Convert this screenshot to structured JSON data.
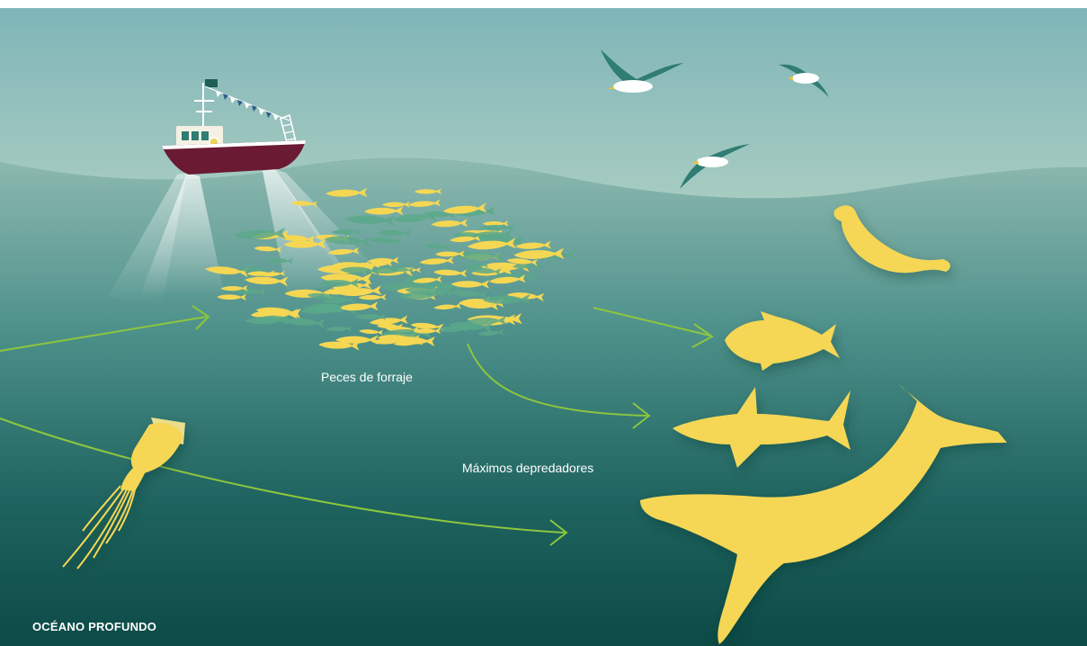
{
  "labels": {
    "forage_fish": "Peces de forraje",
    "top_predators": "Máximos depredadores",
    "deep_ocean": "OCÉANO PROFUNDO"
  },
  "icons": [
    "fishing-boat-icon",
    "seagull-icon",
    "squid-icon",
    "seal-icon",
    "tuna-icon",
    "shark-icon",
    "whale-icon",
    "fish-school-icon",
    "flow-arrow-icon"
  ],
  "colors": {
    "sky_top": "#7fb5b8",
    "sky_horizon": "#eef0d2",
    "sea_surface": "#8db9b0",
    "sea_deep": "#0c4a47",
    "fish_yellow": "#f5d754",
    "fish_green": "#5aa88a",
    "arrow_green": "#8cc63f",
    "boat_hull": "#6b1a33",
    "gull_wing": "#2f7d73",
    "label_text": "#ffffff"
  }
}
